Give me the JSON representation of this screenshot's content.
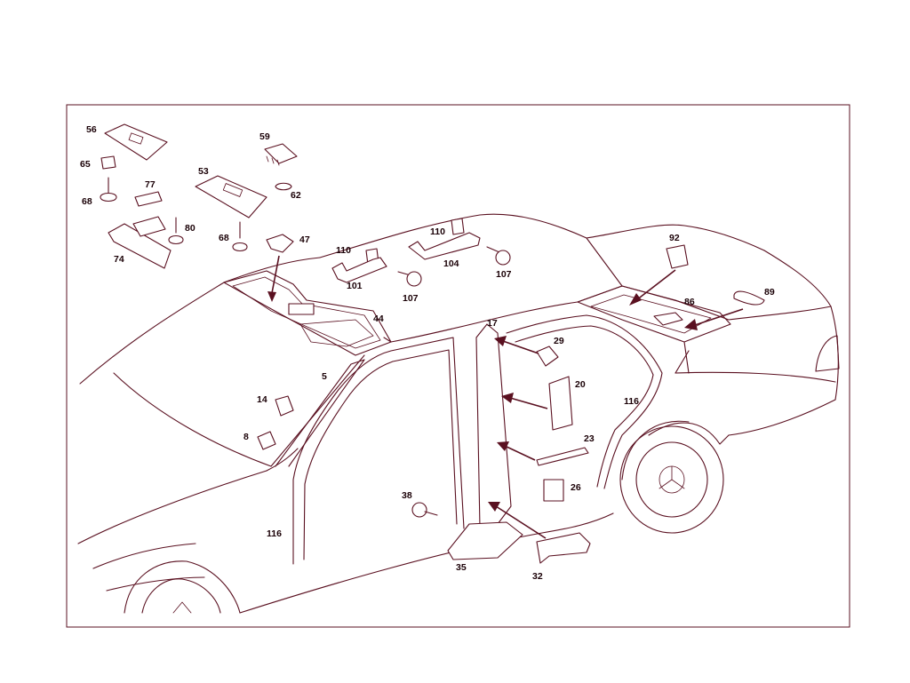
{
  "colors": {
    "ink": "#5a1020",
    "label": "#1a0006",
    "background": "#ffffff"
  },
  "callouts": [
    {
      "id": "c56",
      "text": "56"
    },
    {
      "id": "c65",
      "text": "65"
    },
    {
      "id": "c68a",
      "text": "68"
    },
    {
      "id": "c77",
      "text": "77"
    },
    {
      "id": "c80",
      "text": "80"
    },
    {
      "id": "c74",
      "text": "74"
    },
    {
      "id": "c53",
      "text": "53"
    },
    {
      "id": "c59",
      "text": "59"
    },
    {
      "id": "c62",
      "text": "62"
    },
    {
      "id": "c68b",
      "text": "68"
    },
    {
      "id": "c47",
      "text": "47"
    },
    {
      "id": "c110a",
      "text": "110"
    },
    {
      "id": "c101",
      "text": "101"
    },
    {
      "id": "c107a",
      "text": "107"
    },
    {
      "id": "c110b",
      "text": "110"
    },
    {
      "id": "c104",
      "text": "104"
    },
    {
      "id": "c107b",
      "text": "107"
    },
    {
      "id": "c92",
      "text": "92"
    },
    {
      "id": "c89",
      "text": "89"
    },
    {
      "id": "c86",
      "text": "86"
    },
    {
      "id": "c44",
      "text": "44"
    },
    {
      "id": "c17",
      "text": "17"
    },
    {
      "id": "c29",
      "text": "29"
    },
    {
      "id": "c20",
      "text": "20"
    },
    {
      "id": "c116a",
      "text": "116"
    },
    {
      "id": "c5",
      "text": "5"
    },
    {
      "id": "c14",
      "text": "14"
    },
    {
      "id": "c8",
      "text": "8"
    },
    {
      "id": "c23",
      "text": "23"
    },
    {
      "id": "c26",
      "text": "26"
    },
    {
      "id": "c38",
      "text": "38"
    },
    {
      "id": "c116b",
      "text": "116"
    },
    {
      "id": "c35",
      "text": "35"
    },
    {
      "id": "c32",
      "text": "32"
    }
  ]
}
